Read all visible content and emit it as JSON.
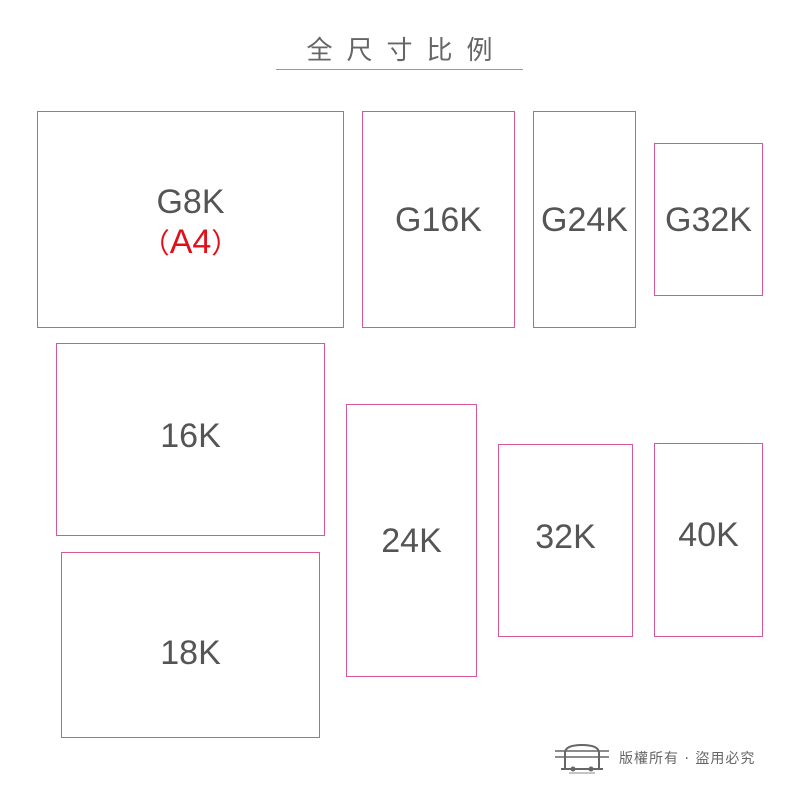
{
  "title": "全尺寸比例",
  "accent_color": "#d6589a",
  "highlight_color": "#e0101a",
  "sizes": {
    "g8k": {
      "label": "G8K",
      "sub_open": "（",
      "sub_text": "A4",
      "sub_close": "）"
    },
    "g16k": {
      "label": "G16K"
    },
    "g24k": {
      "label": "G24K"
    },
    "g32k": {
      "label": "G32K"
    },
    "k16": {
      "label": "16K"
    },
    "k18": {
      "label": "18K"
    },
    "k24": {
      "label": "24K"
    },
    "k32": {
      "label": "32K"
    },
    "k40": {
      "label": "40K"
    }
  },
  "footer": {
    "logo_icon": "train-logo-icon",
    "copyright": "版權所有 · 盜用必究"
  }
}
